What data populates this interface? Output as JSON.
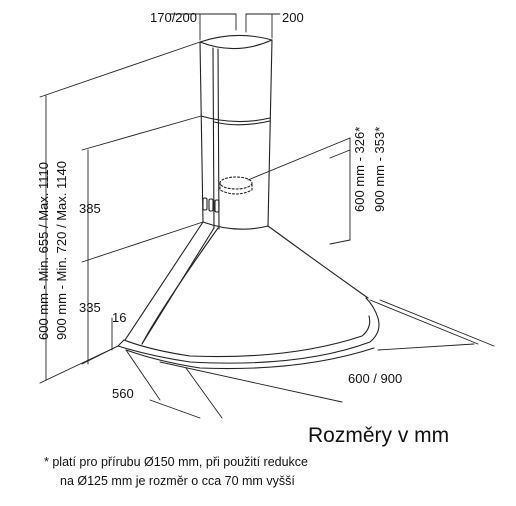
{
  "diagram": {
    "dimensions": {
      "duct_width_front": "170/200",
      "duct_width_side": "200",
      "upper_section": "385",
      "lower_section": "335",
      "edge_height": "16",
      "depth": "560",
      "width": "600 / 900",
      "total_height_600": "600 mm - Min. 655 / Max. 1110",
      "total_height_900": "900 mm - Min. 720 / Max. 1140",
      "outlet_height_600": "600 mm - 326*",
      "outlet_height_900": "900 mm - 353*"
    },
    "title": "Rozměry v mm",
    "footnote_line1": "* platí pro přírubu Ø150 mm, při použití redukce",
    "footnote_line2": "na Ø125 mm je rozměr o cca 70 mm vyšší"
  }
}
